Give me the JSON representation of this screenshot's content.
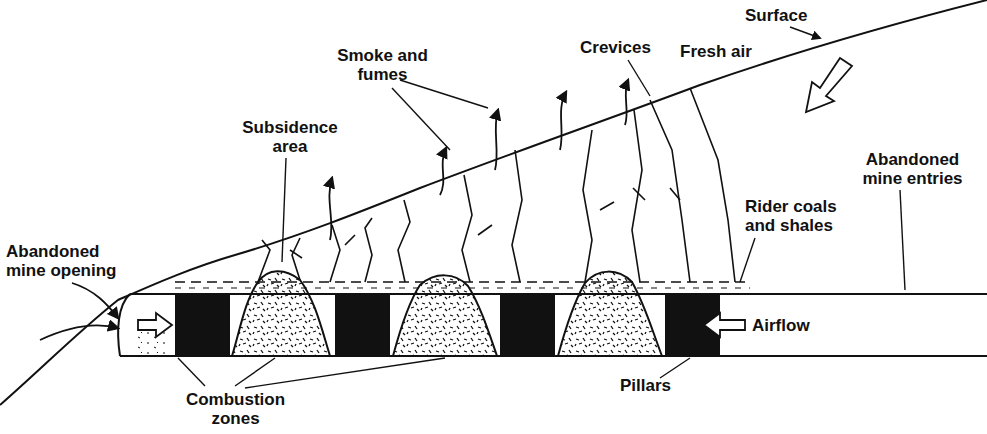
{
  "diagram": {
    "labels": [
      "Surface",
      "Fresh air",
      "Crevices",
      "Smoke and fumes",
      "Subsidence area",
      "Abandoned mine entries",
      "Rider coals and shales",
      "Abandoned mine opening",
      "Airflow",
      "Pillars",
      "Combustion zones"
    ]
  }
}
